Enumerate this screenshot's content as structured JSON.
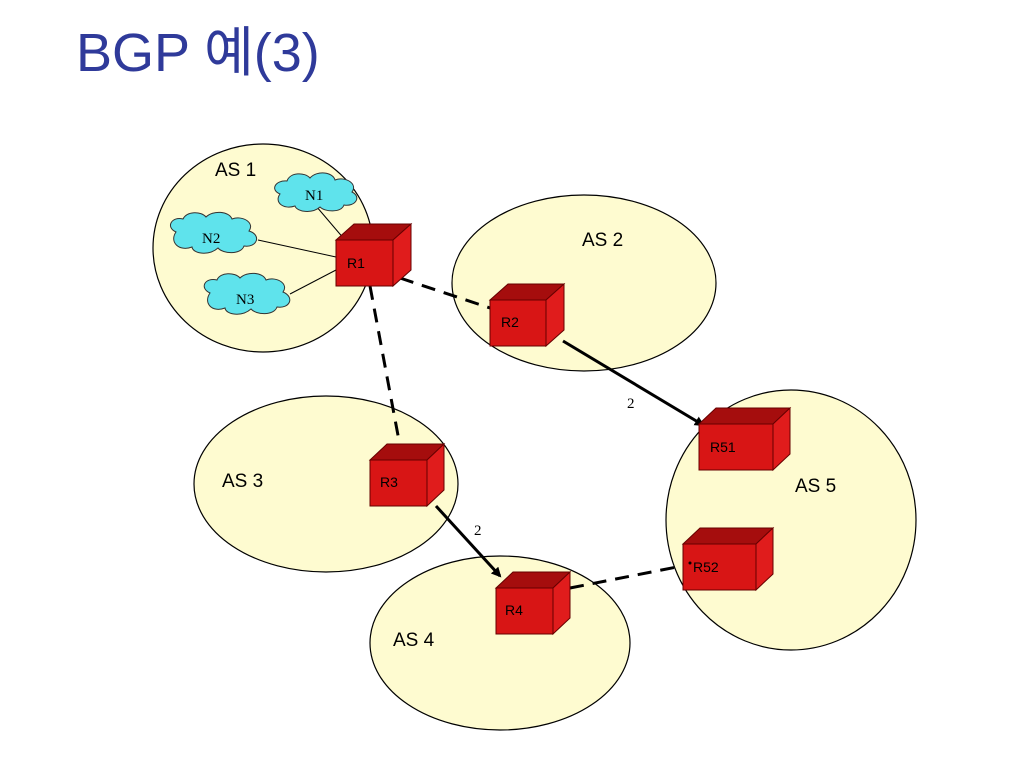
{
  "title": "BGP 예(3)",
  "colors": {
    "title": "#2f3a9a",
    "as_fill": "#fefbd0",
    "router_front": "#d81515",
    "router_top": "#a50d0d",
    "router_side": "#e01c1c",
    "cloud": "#5fe3ec"
  },
  "as_labels": {
    "as1": "AS 1",
    "as2": "AS 2",
    "as3": "AS 3",
    "as4": "AS 4",
    "as5": "AS 5"
  },
  "routers": {
    "r1": "R1",
    "r2": "R2",
    "r3": "R3",
    "r4": "R4",
    "r51": "R51",
    "r52": "R52"
  },
  "networks": {
    "n1": "N1",
    "n2": "N2",
    "n3": "N3"
  },
  "weights": {
    "r2_r51": "2",
    "r3_r4": "2"
  }
}
